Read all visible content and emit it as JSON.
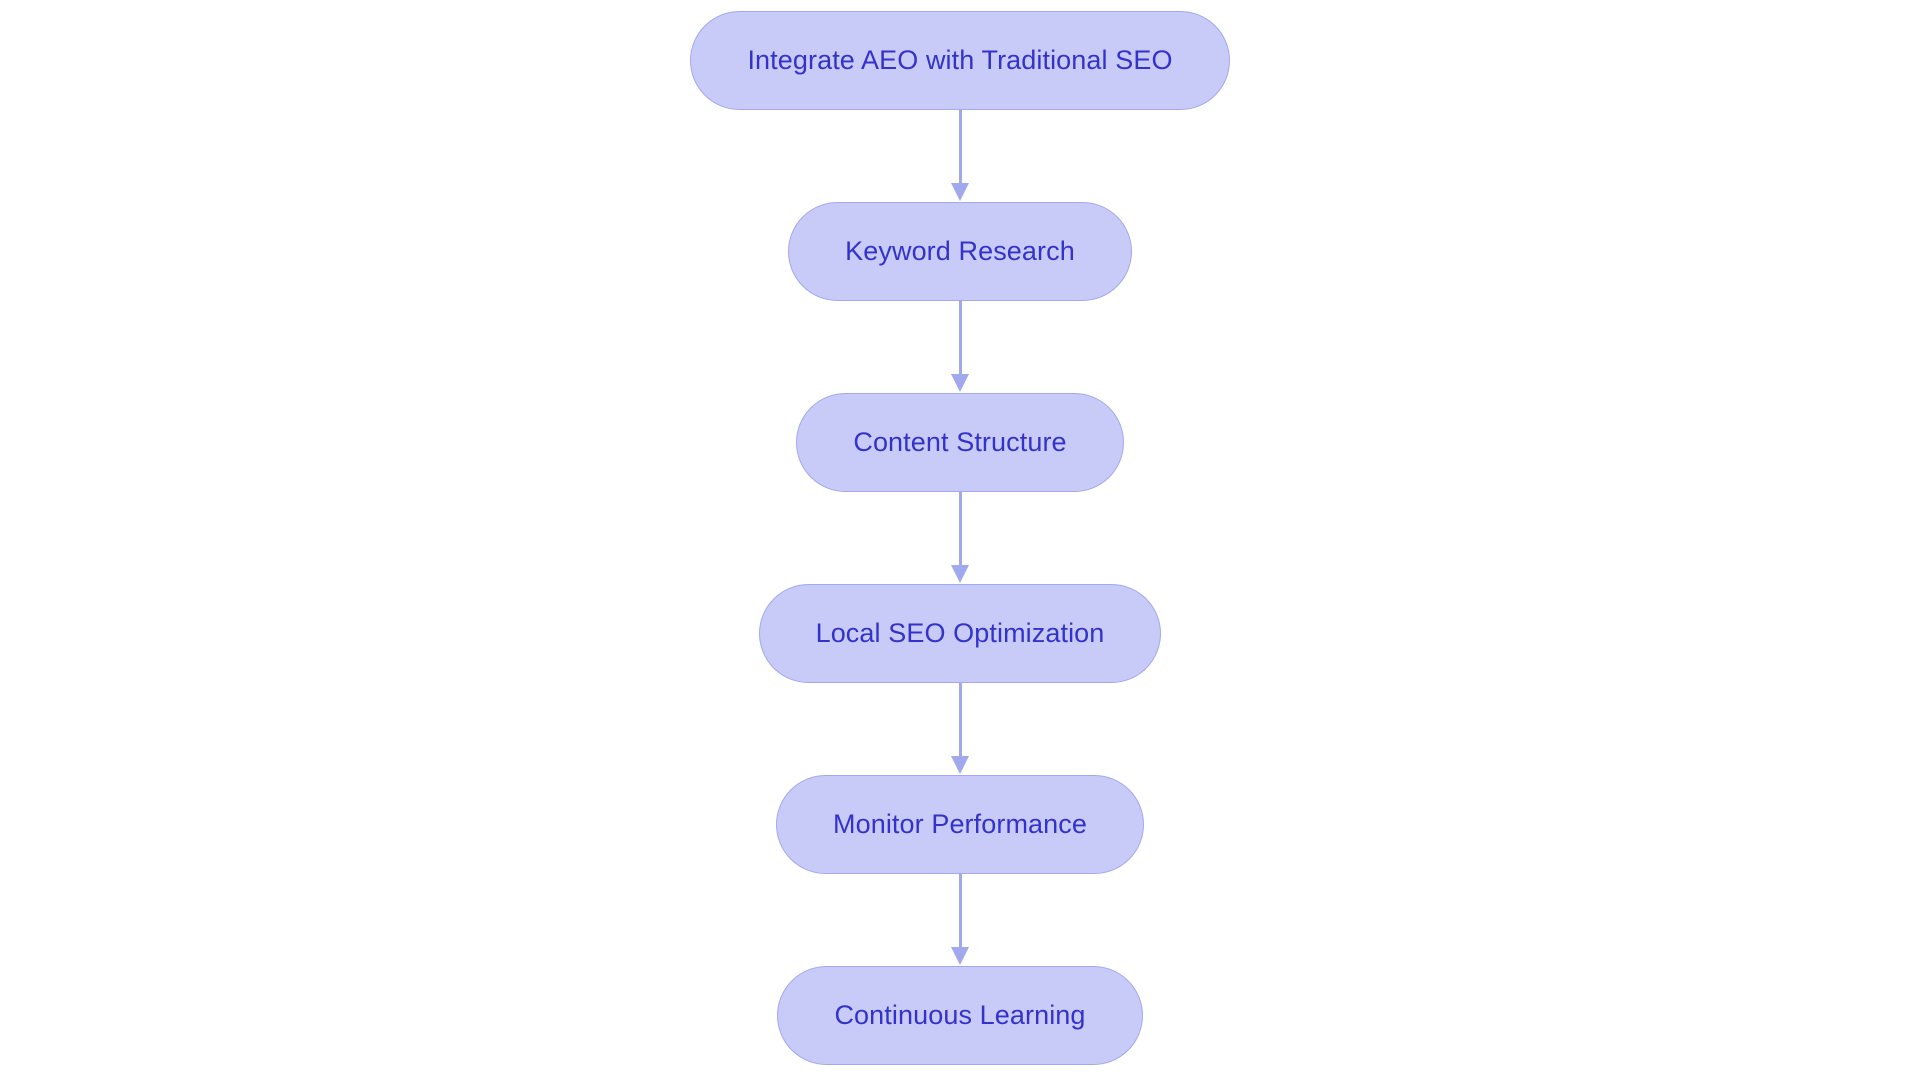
{
  "diagram": {
    "type": "flowchart",
    "orientation": "top-to-bottom",
    "background_color": "#ffffff",
    "node_fill_color": "#c8caf8",
    "node_border_color": "#a3a9ee",
    "node_text_color": "#3333cc",
    "connector_color": "#a0a8ee",
    "nodes": [
      {
        "id": "n1",
        "label": "Integrate AEO with Traditional SEO"
      },
      {
        "id": "n2",
        "label": "Keyword Research"
      },
      {
        "id": "n3",
        "label": "Content Structure"
      },
      {
        "id": "n4",
        "label": "Local SEO Optimization"
      },
      {
        "id": "n5",
        "label": "Monitor Performance"
      },
      {
        "id": "n6",
        "label": "Continuous Learning"
      }
    ],
    "edges": [
      {
        "from": "n1",
        "to": "n2",
        "label": ""
      },
      {
        "from": "n2",
        "to": "n3",
        "label": ""
      },
      {
        "from": "n3",
        "to": "n4",
        "label": ""
      },
      {
        "from": "n4",
        "to": "n5",
        "label": ""
      },
      {
        "from": "n5",
        "to": "n6",
        "label": ""
      }
    ]
  }
}
